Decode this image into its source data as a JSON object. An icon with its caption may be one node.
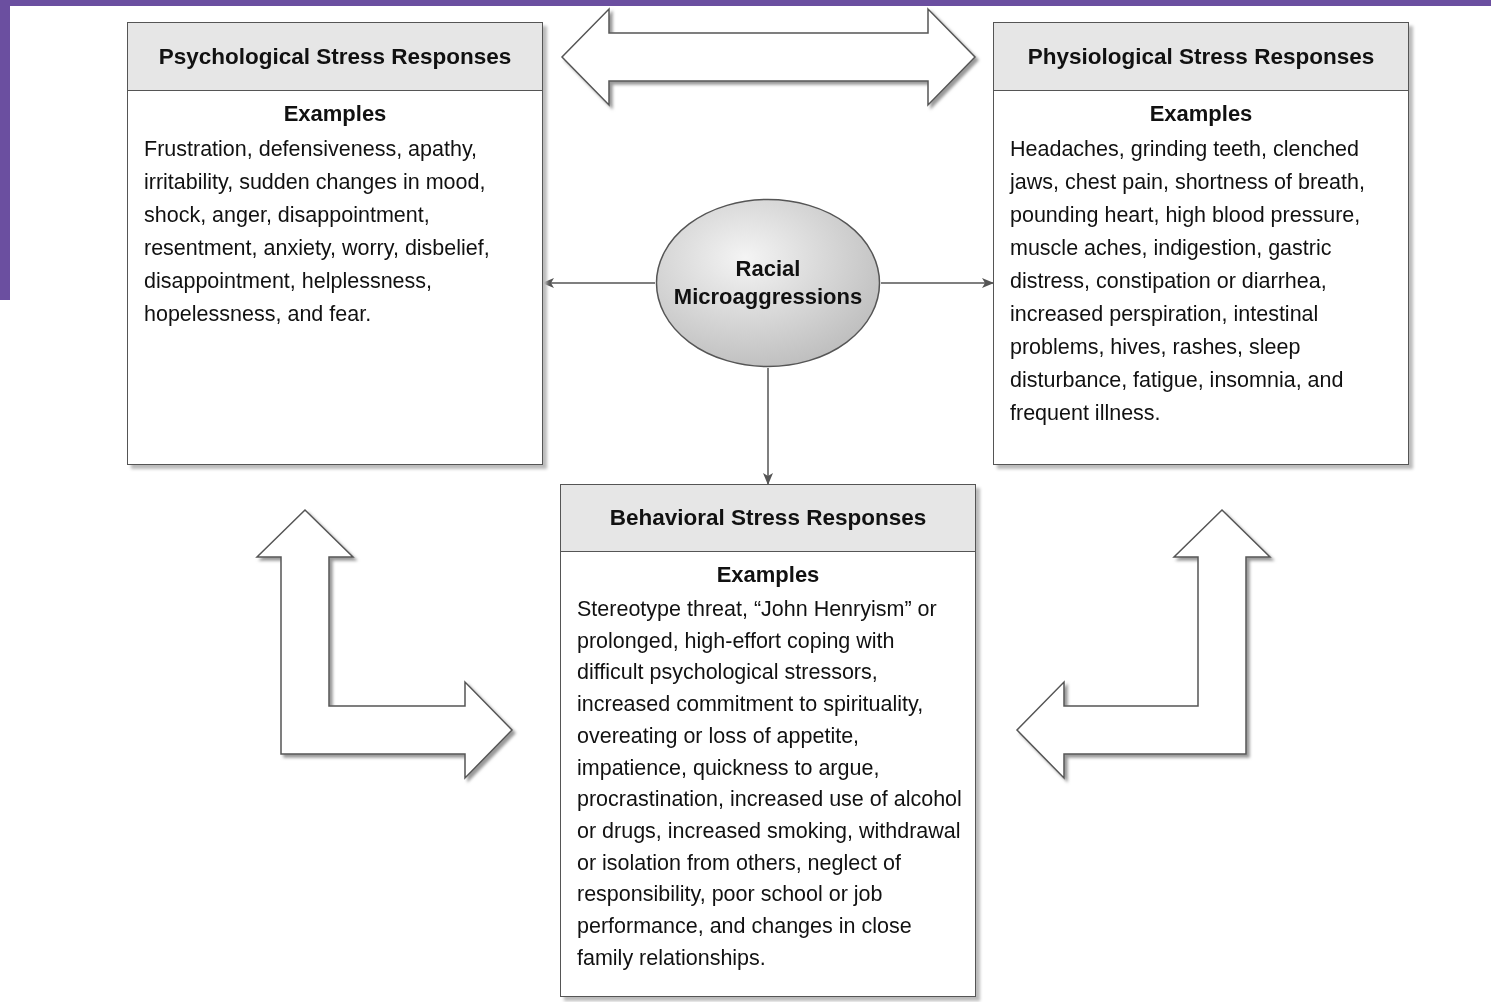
{
  "diagram": {
    "nodes": [
      {
        "text": [
          "Psychological Stress Responses",
          "Examples",
          "Frustration, defensiveness, apathy, irritability, sudden changes in mood, shock, anger, disappointment, resentment, anxiety, worry, disbelief, disappointment, helplessness, hopelessness, and fear."
        ]
      },
      {
        "text": [
          "Physiological Stress Responses",
          "Examples",
          "Headaches, grinding teeth, clenched jaws, chest pain, shortness of breath, pounding heart, high blood pressure, muscle aches, indigestion, gastric distress, constipation or diarrhea, increased perspiration, intestinal problems, hives, rashes, sleep disturbance, fatigue, insomnia, and frequent illness."
        ]
      },
      {
        "text": [
          "Racial Microaggressions"
        ]
      },
      {
        "text": [
          "Behavioral Stress Responses",
          "Examples",
          "Stereotype threat, “John Henryism” or prolonged, high-effort coping with difficult psychological stressors, increased commitment to spirituality, overeating or loss of appetite, impatience, quickness to argue, procrastination, increased use of alcohol or drugs, increased smoking, withdrawal or isolation from others, neglect of responsibility, poor school or job performance, and changes in close family relationships."
        ]
      }
    ],
    "edges": [
      {
        "from": 0,
        "to": 1,
        "arrow": "both",
        "style": "thick"
      },
      {
        "from": 2,
        "to": 0,
        "arrow": "to"
      },
      {
        "from": 2,
        "to": 1,
        "arrow": "to"
      },
      {
        "from": 2,
        "to": 3,
        "arrow": "to"
      },
      {
        "from": 0,
        "to": 3,
        "arrow": "both",
        "style": "thick"
      },
      {
        "from": 1,
        "to": 3,
        "arrow": "both",
        "style": "thick"
      }
    ]
  }
}
